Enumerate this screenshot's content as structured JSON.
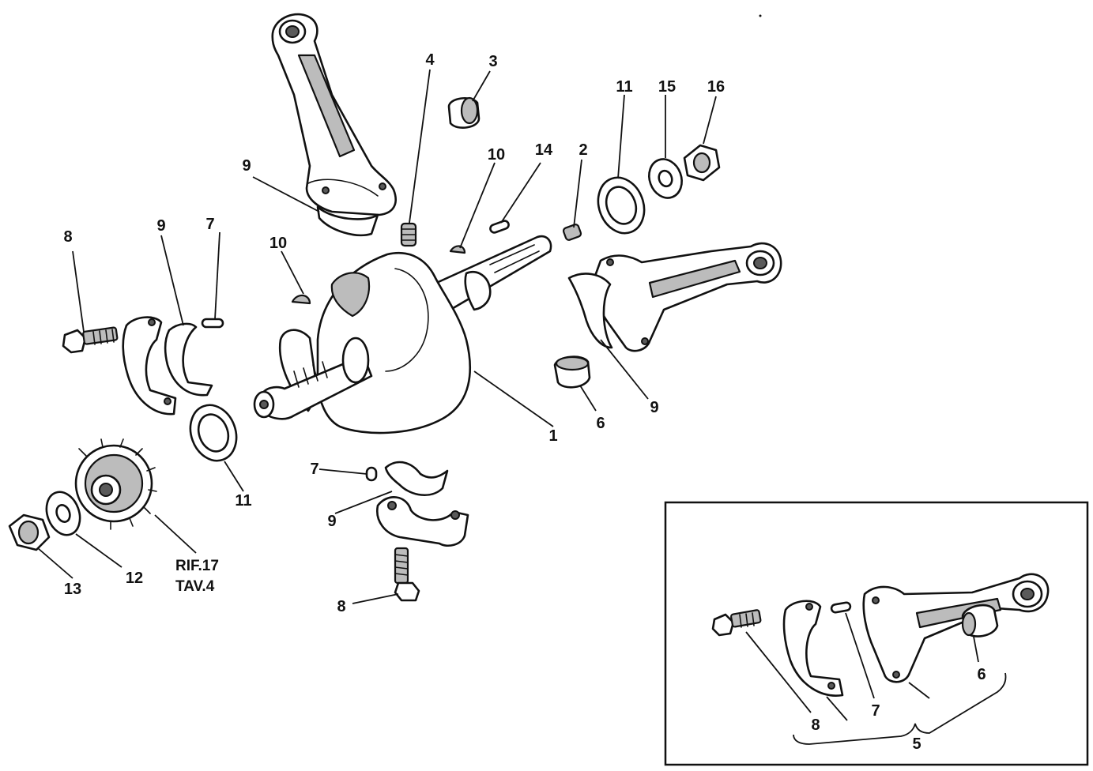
{
  "diagram": {
    "callouts": [
      {
        "id": "c1",
        "text": "1"
      },
      {
        "id": "c2",
        "text": "2"
      },
      {
        "id": "c3",
        "text": "3"
      },
      {
        "id": "c4",
        "text": "4"
      },
      {
        "id": "c6",
        "text": "6"
      },
      {
        "id": "c7a",
        "text": "7"
      },
      {
        "id": "c7b",
        "text": "7"
      },
      {
        "id": "c8a",
        "text": "8"
      },
      {
        "id": "c8b",
        "text": "8"
      },
      {
        "id": "c9a",
        "text": "9"
      },
      {
        "id": "c9b",
        "text": "9"
      },
      {
        "id": "c9c",
        "text": "9"
      },
      {
        "id": "c9d",
        "text": "9"
      },
      {
        "id": "c10a",
        "text": "10"
      },
      {
        "id": "c10b",
        "text": "10"
      },
      {
        "id": "c11a",
        "text": "11"
      },
      {
        "id": "c11b",
        "text": "11"
      },
      {
        "id": "c12",
        "text": "12"
      },
      {
        "id": "c13",
        "text": "13"
      },
      {
        "id": "c14",
        "text": "14"
      },
      {
        "id": "c15",
        "text": "15"
      },
      {
        "id": "c16",
        "text": "16"
      }
    ],
    "reference": {
      "line1": "RIF.17",
      "line2": "TAV.4"
    },
    "inset": {
      "callouts": [
        {
          "id": "i8",
          "text": "8"
        },
        {
          "id": "i7",
          "text": "7"
        },
        {
          "id": "i6",
          "text": "6"
        },
        {
          "id": "i5",
          "text": "5"
        }
      ]
    }
  }
}
